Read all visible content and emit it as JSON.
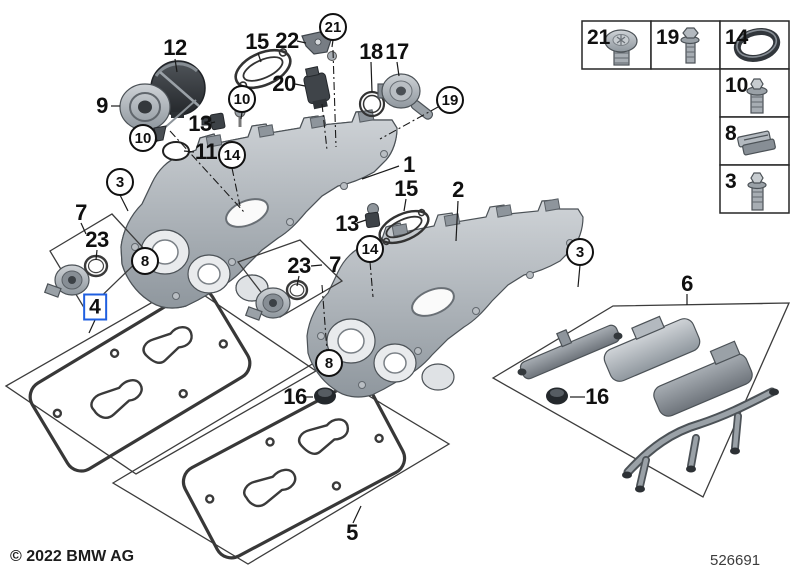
{
  "page": {
    "copyright": "© 2022 BMW AG",
    "diagram_number": "526691",
    "description": "Cylinder head cover exploded parts diagram",
    "highlight_color": "#1f5fe0",
    "selected_part": "4"
  },
  "callouts": [
    {
      "label": "12",
      "style": "plain"
    },
    {
      "label": "9",
      "style": "plain"
    },
    {
      "label": "10",
      "style": "circle"
    },
    {
      "label": "11",
      "style": "plain"
    },
    {
      "label": "13",
      "style": "plain"
    },
    {
      "label": "10",
      "style": "circle"
    },
    {
      "label": "15",
      "style": "plain"
    },
    {
      "label": "22",
      "style": "plain"
    },
    {
      "label": "20",
      "style": "plain"
    },
    {
      "label": "21",
      "style": "circle"
    },
    {
      "label": "18",
      "style": "plain"
    },
    {
      "label": "17",
      "style": "plain"
    },
    {
      "label": "19",
      "style": "circle"
    },
    {
      "label": "3",
      "style": "circle"
    },
    {
      "label": "7",
      "style": "plain"
    },
    {
      "label": "23",
      "style": "plain"
    },
    {
      "label": "1",
      "style": "plain"
    },
    {
      "label": "15",
      "style": "plain"
    },
    {
      "label": "2",
      "style": "plain"
    },
    {
      "label": "13",
      "style": "plain"
    },
    {
      "label": "14",
      "style": "circle"
    },
    {
      "label": "14",
      "style": "circle"
    },
    {
      "label": "23",
      "style": "plain"
    },
    {
      "label": "7",
      "style": "plain"
    },
    {
      "label": "3",
      "style": "circle"
    },
    {
      "label": "8",
      "style": "circle"
    },
    {
      "label": "8",
      "style": "circle"
    },
    {
      "label": "4",
      "style": "selected"
    },
    {
      "label": "16",
      "style": "plain"
    },
    {
      "label": "16",
      "style": "plain"
    },
    {
      "label": "5",
      "style": "plain"
    },
    {
      "label": "6",
      "style": "plain"
    }
  ],
  "legend": {
    "cells": [
      {
        "label": "21",
        "icon": "torx-screw-icon"
      },
      {
        "label": "19",
        "icon": "hex-bolt-icon"
      },
      {
        "label": "14",
        "icon": "o-ring-icon"
      },
      {
        "label": "10",
        "icon": "flange-bolt-icon"
      },
      {
        "label": "8",
        "icon": "spring-clip-icon"
      },
      {
        "label": "3",
        "icon": "flange-bolt-icon"
      }
    ]
  }
}
